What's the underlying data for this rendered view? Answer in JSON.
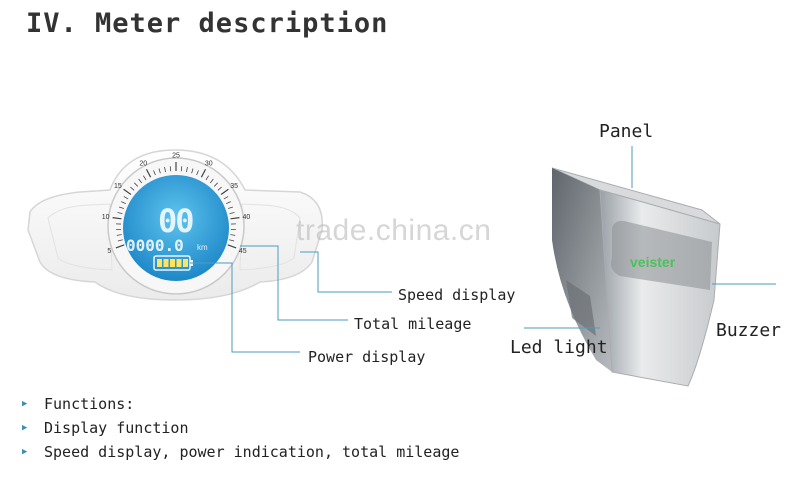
{
  "title": "IV. Meter description",
  "watermark": "trade.china.cn",
  "meter": {
    "speed_ticks": [
      "5",
      "10",
      "15",
      "20",
      "25",
      "30",
      "35",
      "40",
      "45"
    ],
    "speed_value": "00",
    "mileage_value": "0000.0",
    "mileage_unit": "km",
    "battery_bars": 5
  },
  "callouts": {
    "speed_display": "Speed display",
    "total_mileage": "Total mileage",
    "power_display": "Power display",
    "panel": "Panel",
    "led_light": "Led light",
    "buzzer": "Buzzer"
  },
  "device": {
    "brand": "veister"
  },
  "functions": [
    "Functions:",
    "Display function",
    "Speed display, power indication, total mileage"
  ],
  "colors": {
    "accent": "#3a8fb5",
    "lcd_blue": "#1e88c8",
    "leader_line": "#4a9ec2",
    "brand_green": "#49c25a"
  }
}
